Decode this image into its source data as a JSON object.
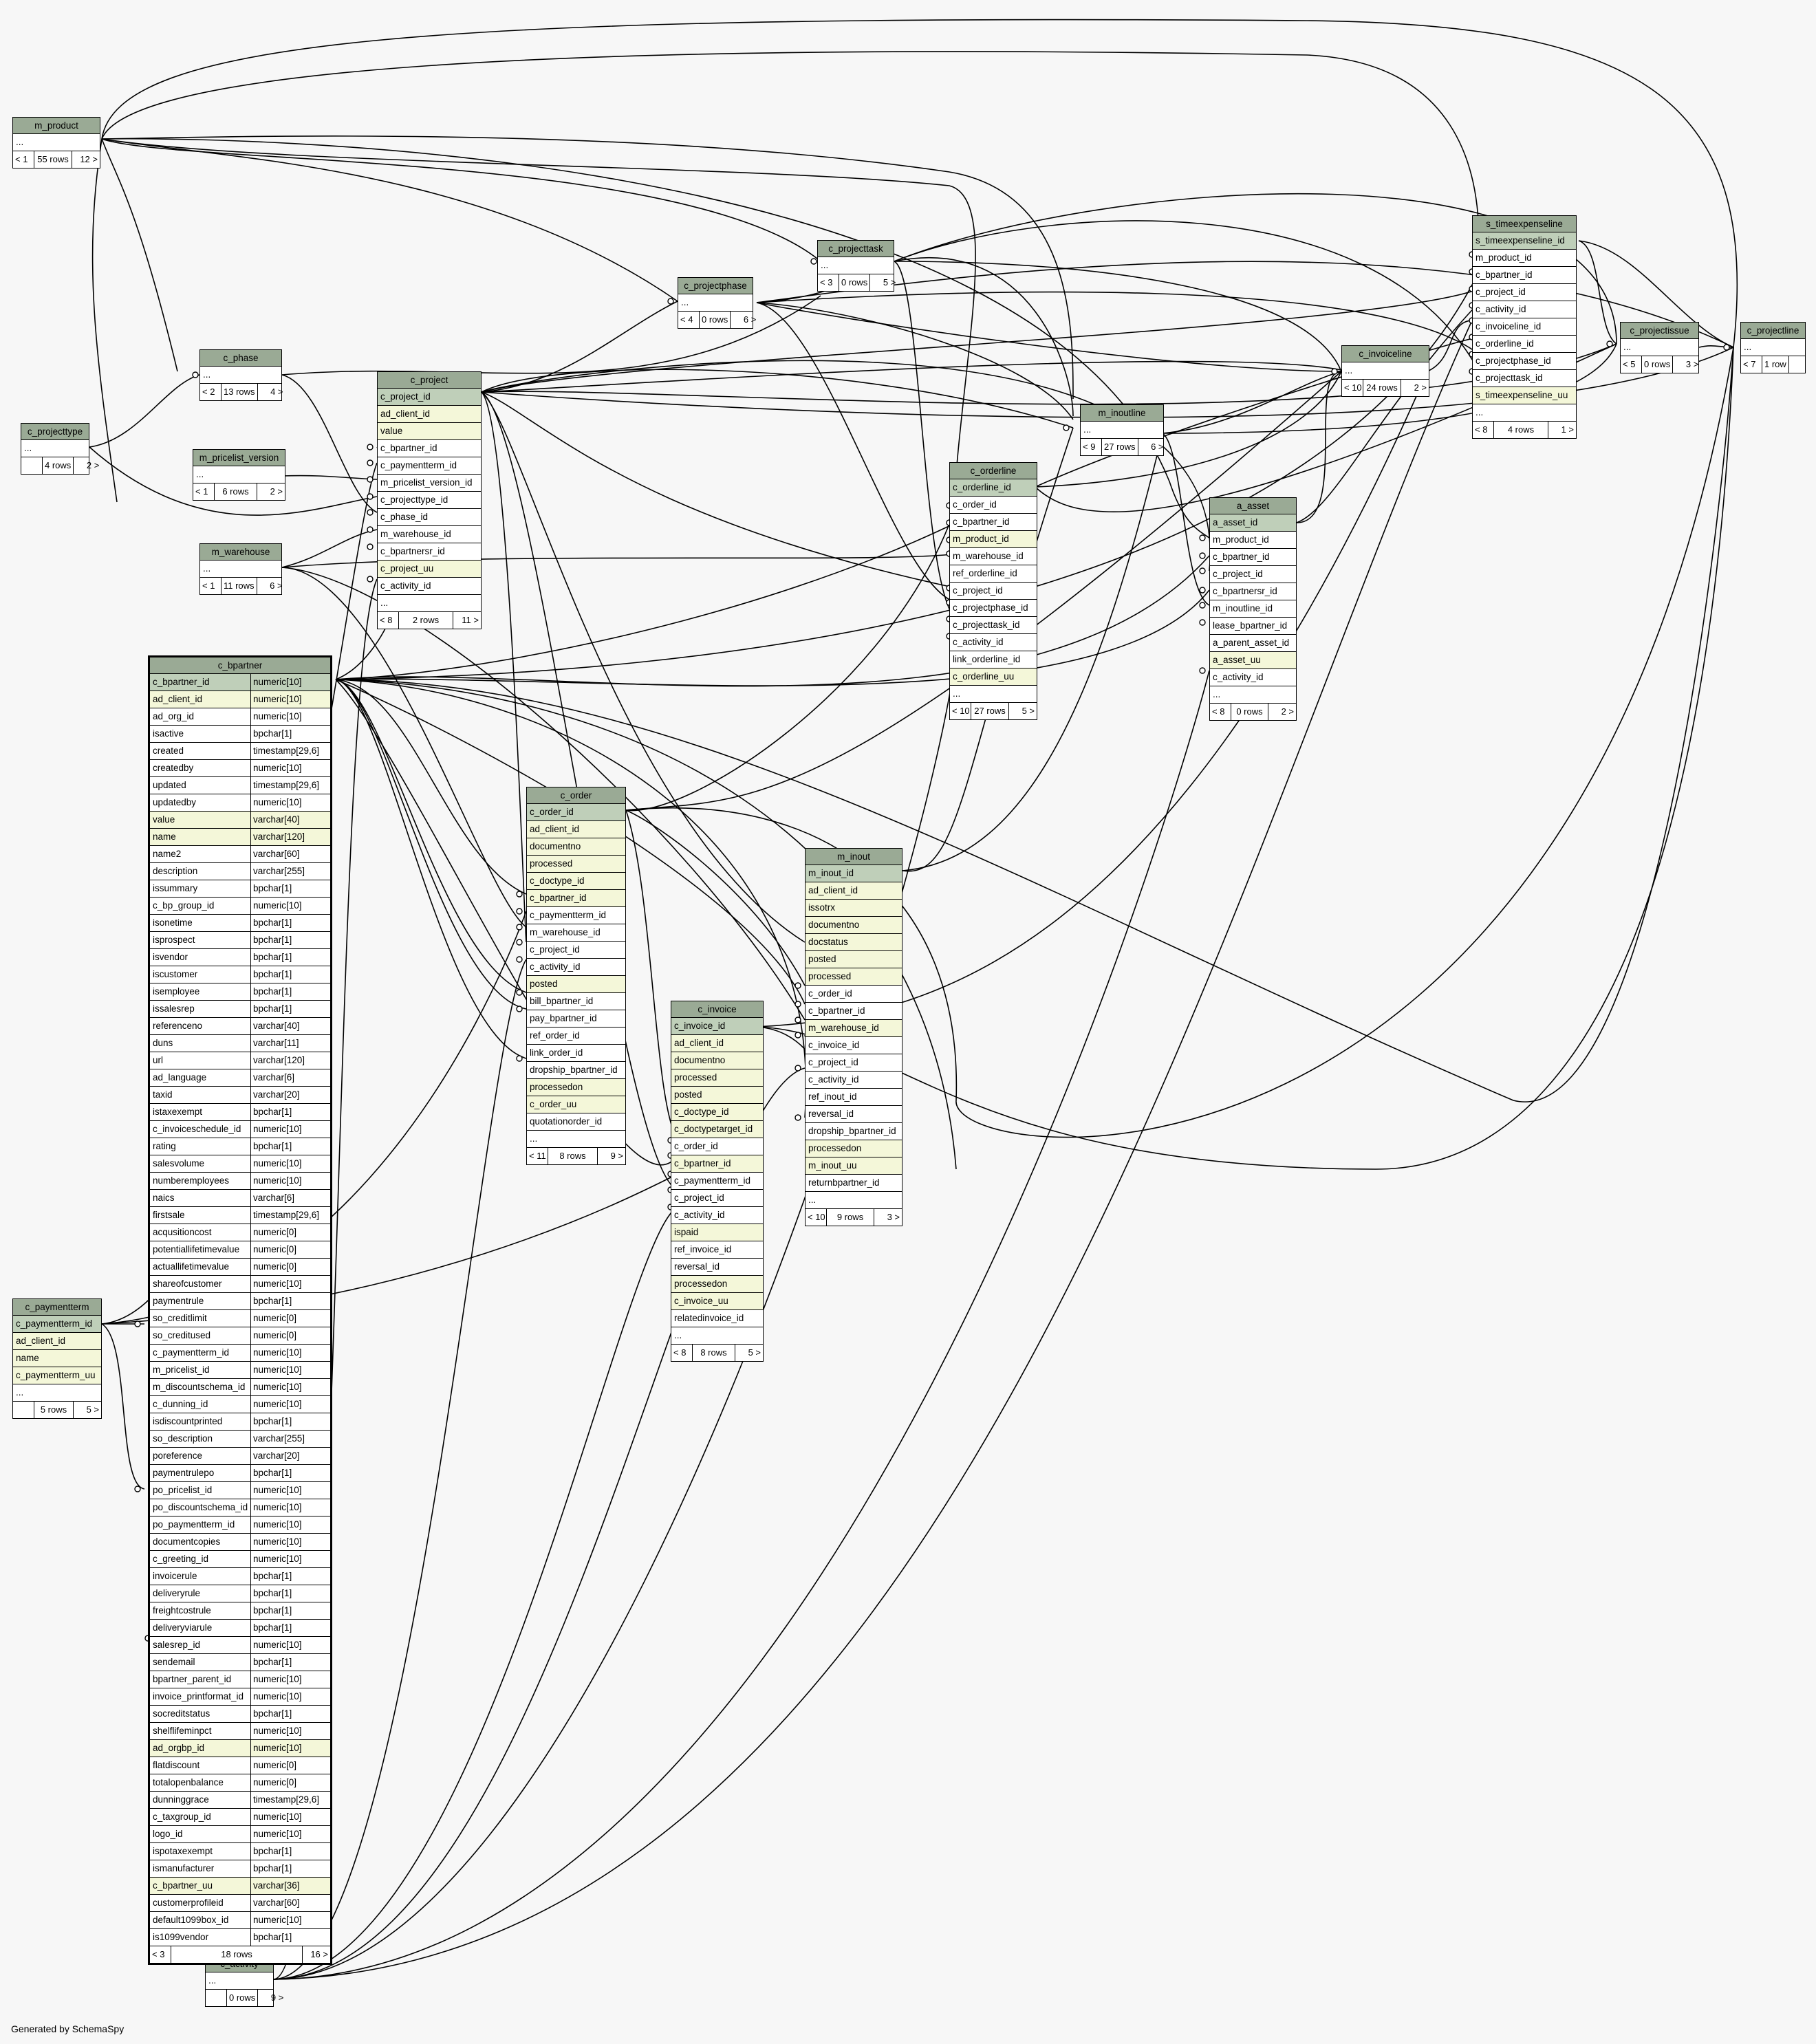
{
  "footer": "Generated by SchemaSpy",
  "tables": [
    {
      "name": "m_product",
      "rows": [
        {
          "t": "..."
        }
      ],
      "footer": [
        "< 1",
        "55 rows",
        "12 >"
      ]
    },
    {
      "name": "c_projecttype",
      "rows": [
        {
          "t": "..."
        }
      ],
      "footer": [
        "",
        "4 rows",
        "2 >"
      ]
    },
    {
      "name": "c_phase",
      "rows": [
        {
          "t": "..."
        }
      ],
      "footer": [
        "< 2",
        "13 rows",
        "4 >"
      ]
    },
    {
      "name": "m_pricelist_version",
      "rows": [
        {
          "t": "..."
        }
      ],
      "footer": [
        "< 1",
        "6 rows",
        "2 >"
      ]
    },
    {
      "name": "m_warehouse",
      "rows": [
        {
          "t": "..."
        }
      ],
      "footer": [
        "< 1",
        "11 rows",
        "6 >"
      ]
    },
    {
      "name": "c_project",
      "rows": [
        {
          "t": "c_project_id",
          "k": "pk"
        },
        {
          "t": "ad_client_id",
          "k": "key"
        },
        {
          "t": "value",
          "k": "key"
        },
        {
          "t": "c_bpartner_id"
        },
        {
          "t": "c_paymentterm_id"
        },
        {
          "t": "m_pricelist_version_id"
        },
        {
          "t": "c_projecttype_id"
        },
        {
          "t": "c_phase_id"
        },
        {
          "t": "m_warehouse_id"
        },
        {
          "t": "c_bpartnersr_id"
        },
        {
          "t": "c_project_uu",
          "k": "key"
        },
        {
          "t": "c_activity_id"
        },
        {
          "t": "..."
        }
      ],
      "footer": [
        "< 8",
        "2 rows",
        "11 >"
      ]
    },
    {
      "name": "c_projectphase",
      "rows": [
        {
          "t": "..."
        }
      ],
      "footer": [
        "< 4",
        "0 rows",
        "6 >"
      ]
    },
    {
      "name": "c_projecttask",
      "rows": [
        {
          "t": "..."
        }
      ],
      "footer": [
        "< 3",
        "0 rows",
        "5 >"
      ]
    },
    {
      "name": "m_inoutline",
      "rows": [
        {
          "t": "..."
        }
      ],
      "footer": [
        "< 9",
        "27 rows",
        "6 >"
      ]
    },
    {
      "name": "c_invoiceline",
      "rows": [
        {
          "t": "..."
        }
      ],
      "footer": [
        "< 10",
        "24 rows",
        "2 >"
      ]
    },
    {
      "name": "c_orderline",
      "rows": [
        {
          "t": "c_orderline_id",
          "k": "pk"
        },
        {
          "t": "c_order_id"
        },
        {
          "t": "c_bpartner_id"
        },
        {
          "t": "m_product_id",
          "k": "key"
        },
        {
          "t": "m_warehouse_id"
        },
        {
          "t": "ref_orderline_id"
        },
        {
          "t": "c_project_id"
        },
        {
          "t": "c_projectphase_id"
        },
        {
          "t": "c_projecttask_id"
        },
        {
          "t": "c_activity_id"
        },
        {
          "t": "link_orderline_id"
        },
        {
          "t": "c_orderline_uu",
          "k": "key"
        },
        {
          "t": "..."
        }
      ],
      "footer": [
        "< 10",
        "27 rows",
        "5 >"
      ]
    },
    {
      "name": "a_asset",
      "rows": [
        {
          "t": "a_asset_id",
          "k": "pk"
        },
        {
          "t": "m_product_id"
        },
        {
          "t": "c_bpartner_id"
        },
        {
          "t": "c_project_id"
        },
        {
          "t": "c_bpartnersr_id"
        },
        {
          "t": "m_inoutline_id"
        },
        {
          "t": "lease_bpartner_id"
        },
        {
          "t": "a_parent_asset_id"
        },
        {
          "t": "a_asset_uu",
          "k": "key"
        },
        {
          "t": "c_activity_id"
        },
        {
          "t": "..."
        }
      ],
      "footer": [
        "< 8",
        "0 rows",
        "2 >"
      ]
    },
    {
      "name": "s_timeexpenseline",
      "rows": [
        {
          "t": "s_timeexpenseline_id",
          "k": "pk"
        },
        {
          "t": "m_product_id"
        },
        {
          "t": "c_bpartner_id"
        },
        {
          "t": "c_project_id"
        },
        {
          "t": "c_activity_id"
        },
        {
          "t": "c_invoiceline_id"
        },
        {
          "t": "c_orderline_id"
        },
        {
          "t": "c_projectphase_id"
        },
        {
          "t": "c_projecttask_id"
        },
        {
          "t": "s_timeexpenseline_uu",
          "k": "key"
        },
        {
          "t": "..."
        }
      ],
      "footer": [
        "< 8",
        "4 rows",
        "1 >"
      ]
    },
    {
      "name": "c_projectissue",
      "rows": [
        {
          "t": "..."
        }
      ],
      "footer": [
        "< 5",
        "0 rows",
        "3 >"
      ]
    },
    {
      "name": "c_projectline",
      "rows": [
        {
          "t": "..."
        }
      ],
      "footer": [
        "< 7",
        "1 row",
        ""
      ]
    },
    {
      "name": "c_order",
      "rows": [
        {
          "t": "c_order_id",
          "k": "pk"
        },
        {
          "t": "ad_client_id",
          "k": "key"
        },
        {
          "t": "documentno",
          "k": "key"
        },
        {
          "t": "processed",
          "k": "key"
        },
        {
          "t": "c_doctype_id",
          "k": "key"
        },
        {
          "t": "c_bpartner_id",
          "k": "key"
        },
        {
          "t": "c_paymentterm_id"
        },
        {
          "t": "m_warehouse_id"
        },
        {
          "t": "c_project_id"
        },
        {
          "t": "c_activity_id"
        },
        {
          "t": "posted",
          "k": "key"
        },
        {
          "t": "bill_bpartner_id"
        },
        {
          "t": "pay_bpartner_id"
        },
        {
          "t": "ref_order_id"
        },
        {
          "t": "link_order_id"
        },
        {
          "t": "dropship_bpartner_id"
        },
        {
          "t": "processedon",
          "k": "key"
        },
        {
          "t": "c_order_uu",
          "k": "key"
        },
        {
          "t": "quotationorder_id"
        },
        {
          "t": "..."
        }
      ],
      "footer": [
        "< 11",
        "8 rows",
        "9 >"
      ]
    },
    {
      "name": "m_inout",
      "rows": [
        {
          "t": "m_inout_id",
          "k": "pk"
        },
        {
          "t": "ad_client_id",
          "k": "key"
        },
        {
          "t": "issotrx",
          "k": "key"
        },
        {
          "t": "documentno",
          "k": "key"
        },
        {
          "t": "docstatus",
          "k": "key"
        },
        {
          "t": "posted",
          "k": "key"
        },
        {
          "t": "processed",
          "k": "key"
        },
        {
          "t": "c_order_id"
        },
        {
          "t": "c_bpartner_id"
        },
        {
          "t": "m_warehouse_id",
          "k": "key"
        },
        {
          "t": "c_invoice_id"
        },
        {
          "t": "c_project_id"
        },
        {
          "t": "c_activity_id"
        },
        {
          "t": "ref_inout_id"
        },
        {
          "t": "reversal_id"
        },
        {
          "t": "dropship_bpartner_id"
        },
        {
          "t": "processedon",
          "k": "key"
        },
        {
          "t": "m_inout_uu",
          "k": "key"
        },
        {
          "t": "returnbpartner_id"
        },
        {
          "t": "..."
        }
      ],
      "footer": [
        "< 10",
        "9 rows",
        "3 >"
      ]
    },
    {
      "name": "c_invoice",
      "rows": [
        {
          "t": "c_invoice_id",
          "k": "pk"
        },
        {
          "t": "ad_client_id",
          "k": "key"
        },
        {
          "t": "documentno",
          "k": "key"
        },
        {
          "t": "processed",
          "k": "key"
        },
        {
          "t": "posted",
          "k": "key"
        },
        {
          "t": "c_doctype_id",
          "k": "key"
        },
        {
          "t": "c_doctypetarget_id",
          "k": "key"
        },
        {
          "t": "c_order_id"
        },
        {
          "t": "c_bpartner_id",
          "k": "key"
        },
        {
          "t": "c_paymentterm_id"
        },
        {
          "t": "c_project_id"
        },
        {
          "t": "c_activity_id"
        },
        {
          "t": "ispaid",
          "k": "key"
        },
        {
          "t": "ref_invoice_id"
        },
        {
          "t": "reversal_id"
        },
        {
          "t": "processedon",
          "k": "key"
        },
        {
          "t": "c_invoice_uu",
          "k": "key"
        },
        {
          "t": "relatedinvoice_id"
        },
        {
          "t": "..."
        }
      ],
      "footer": [
        "< 8",
        "8 rows",
        "5 >"
      ]
    },
    {
      "name": "c_paymentterm",
      "rows": [
        {
          "t": "c_paymentterm_id",
          "k": "pk"
        },
        {
          "t": "ad_client_id",
          "k": "key"
        },
        {
          "t": "name",
          "k": "key"
        },
        {
          "t": "c_paymentterm_uu",
          "k": "key"
        },
        {
          "t": "..."
        }
      ],
      "footer": [
        "",
        "5 rows",
        "5 >"
      ]
    },
    {
      "name": "c_activity",
      "rows": [
        {
          "t": "..."
        }
      ],
      "footer": [
        "",
        "0 rows",
        "9 >"
      ]
    },
    {
      "name": "c_bpartner",
      "rows": [
        {
          "t": "c_bpartner_id",
          "y": "numeric[10]",
          "k": "pk"
        },
        {
          "t": "ad_client_id",
          "y": "numeric[10]",
          "k": "key"
        },
        {
          "t": "ad_org_id",
          "y": "numeric[10]"
        },
        {
          "t": "isactive",
          "y": "bpchar[1]"
        },
        {
          "t": "created",
          "y": "timestamp[29,6]"
        },
        {
          "t": "createdby",
          "y": "numeric[10]"
        },
        {
          "t": "updated",
          "y": "timestamp[29,6]"
        },
        {
          "t": "updatedby",
          "y": "numeric[10]"
        },
        {
          "t": "value",
          "y": "varchar[40]",
          "k": "key"
        },
        {
          "t": "name",
          "y": "varchar[120]",
          "k": "key"
        },
        {
          "t": "name2",
          "y": "varchar[60]"
        },
        {
          "t": "description",
          "y": "varchar[255]"
        },
        {
          "t": "issummary",
          "y": "bpchar[1]"
        },
        {
          "t": "c_bp_group_id",
          "y": "numeric[10]"
        },
        {
          "t": "isonetime",
          "y": "bpchar[1]"
        },
        {
          "t": "isprospect",
          "y": "bpchar[1]"
        },
        {
          "t": "isvendor",
          "y": "bpchar[1]"
        },
        {
          "t": "iscustomer",
          "y": "bpchar[1]"
        },
        {
          "t": "isemployee",
          "y": "bpchar[1]"
        },
        {
          "t": "issalesrep",
          "y": "bpchar[1]"
        },
        {
          "t": "referenceno",
          "y": "varchar[40]"
        },
        {
          "t": "duns",
          "y": "varchar[11]"
        },
        {
          "t": "url",
          "y": "varchar[120]"
        },
        {
          "t": "ad_language",
          "y": "varchar[6]"
        },
        {
          "t": "taxid",
          "y": "varchar[20]"
        },
        {
          "t": "istaxexempt",
          "y": "bpchar[1]"
        },
        {
          "t": "c_invoiceschedule_id",
          "y": "numeric[10]"
        },
        {
          "t": "rating",
          "y": "bpchar[1]"
        },
        {
          "t": "salesvolume",
          "y": "numeric[10]"
        },
        {
          "t": "numberemployees",
          "y": "numeric[10]"
        },
        {
          "t": "naics",
          "y": "varchar[6]"
        },
        {
          "t": "firstsale",
          "y": "timestamp[29,6]"
        },
        {
          "t": "acqusitioncost",
          "y": "numeric[0]"
        },
        {
          "t": "potentiallifetimevalue",
          "y": "numeric[0]"
        },
        {
          "t": "actuallifetimevalue",
          "y": "numeric[0]"
        },
        {
          "t": "shareofcustomer",
          "y": "numeric[10]"
        },
        {
          "t": "paymentrule",
          "y": "bpchar[1]"
        },
        {
          "t": "so_creditlimit",
          "y": "numeric[0]"
        },
        {
          "t": "so_creditused",
          "y": "numeric[0]"
        },
        {
          "t": "c_paymentterm_id",
          "y": "numeric[10]"
        },
        {
          "t": "m_pricelist_id",
          "y": "numeric[10]"
        },
        {
          "t": "m_discountschema_id",
          "y": "numeric[10]"
        },
        {
          "t": "c_dunning_id",
          "y": "numeric[10]"
        },
        {
          "t": "isdiscountprinted",
          "y": "bpchar[1]"
        },
        {
          "t": "so_description",
          "y": "varchar[255]"
        },
        {
          "t": "poreference",
          "y": "varchar[20]"
        },
        {
          "t": "paymentrulepo",
          "y": "bpchar[1]"
        },
        {
          "t": "po_pricelist_id",
          "y": "numeric[10]"
        },
        {
          "t": "po_discountschema_id",
          "y": "numeric[10]"
        },
        {
          "t": "po_paymentterm_id",
          "y": "numeric[10]"
        },
        {
          "t": "documentcopies",
          "y": "numeric[10]"
        },
        {
          "t": "c_greeting_id",
          "y": "numeric[10]"
        },
        {
          "t": "invoicerule",
          "y": "bpchar[1]"
        },
        {
          "t": "deliveryrule",
          "y": "bpchar[1]"
        },
        {
          "t": "freightcostrule",
          "y": "bpchar[1]"
        },
        {
          "t": "deliveryviarule",
          "y": "bpchar[1]"
        },
        {
          "t": "salesrep_id",
          "y": "numeric[10]"
        },
        {
          "t": "sendemail",
          "y": "bpchar[1]"
        },
        {
          "t": "bpartner_parent_id",
          "y": "numeric[10]"
        },
        {
          "t": "invoice_printformat_id",
          "y": "numeric[10]"
        },
        {
          "t": "socreditstatus",
          "y": "bpchar[1]"
        },
        {
          "t": "shelflifeminpct",
          "y": "numeric[10]"
        },
        {
          "t": "ad_orgbp_id",
          "y": "numeric[10]",
          "k": "key"
        },
        {
          "t": "flatdiscount",
          "y": "numeric[0]"
        },
        {
          "t": "totalopenbalance",
          "y": "numeric[0]"
        },
        {
          "t": "dunninggrace",
          "y": "timestamp[29,6]"
        },
        {
          "t": "c_taxgroup_id",
          "y": "numeric[10]"
        },
        {
          "t": "logo_id",
          "y": "numeric[10]"
        },
        {
          "t": "ispotaxexempt",
          "y": "bpchar[1]"
        },
        {
          "t": "ismanufacturer",
          "y": "bpchar[1]"
        },
        {
          "t": "c_bpartner_uu",
          "y": "varchar[36]",
          "k": "key"
        },
        {
          "t": "customerprofileid",
          "y": "varchar[60]"
        },
        {
          "t": "default1099box_id",
          "y": "numeric[10]"
        },
        {
          "t": "is1099vendor",
          "y": "bpchar[1]"
        }
      ],
      "footer": [
        "< 3",
        "18 rows",
        "16 >"
      ]
    }
  ]
}
